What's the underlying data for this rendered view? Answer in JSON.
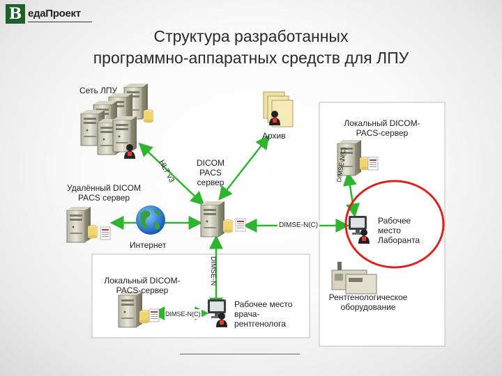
{
  "logo": {
    "letter": "В",
    "text": "едаПроект"
  },
  "title": {
    "line1": "Структура разработанных",
    "line2": "программно-аппаратных средств для ЛПУ"
  },
  "labels": {
    "lpu_network": "Сеть ЛПУ",
    "archive": "Архив",
    "local_dicom_right": [
      "Локальный DICOM-",
      "PACS-сервер"
    ],
    "remote_dicom": [
      "Удалённый DICOM",
      "PACS сервер"
    ],
    "dicom_pacs_server": [
      "DICOM",
      "PACS",
      "сервер"
    ],
    "internet": "Интернет",
    "lab_workstation": [
      "Рабочее",
      "место",
      "Лаборанта"
    ],
    "xray_equipment": [
      "Рентгенологическое",
      "оборудование"
    ],
    "local_dicom_bottom": [
      "Локальный DICOM-",
      "PACS-сервер"
    ],
    "radiologist_workstation": [
      "Рабочее место",
      "врача-",
      "рентгенолога"
    ],
    "hl7": "HL7 v3",
    "dimse_mid": "DIMSE-N(C)",
    "dimse_vertical": "DIMSE-N",
    "dimse_bottom": "DIMSE-N(C)",
    "dimse_right_vertical": "DIMSE-N(C)"
  },
  "colors": {
    "arrow": "#2db52d",
    "highlight": "#e0201d",
    "logo_bg": "#1f5f2a"
  }
}
